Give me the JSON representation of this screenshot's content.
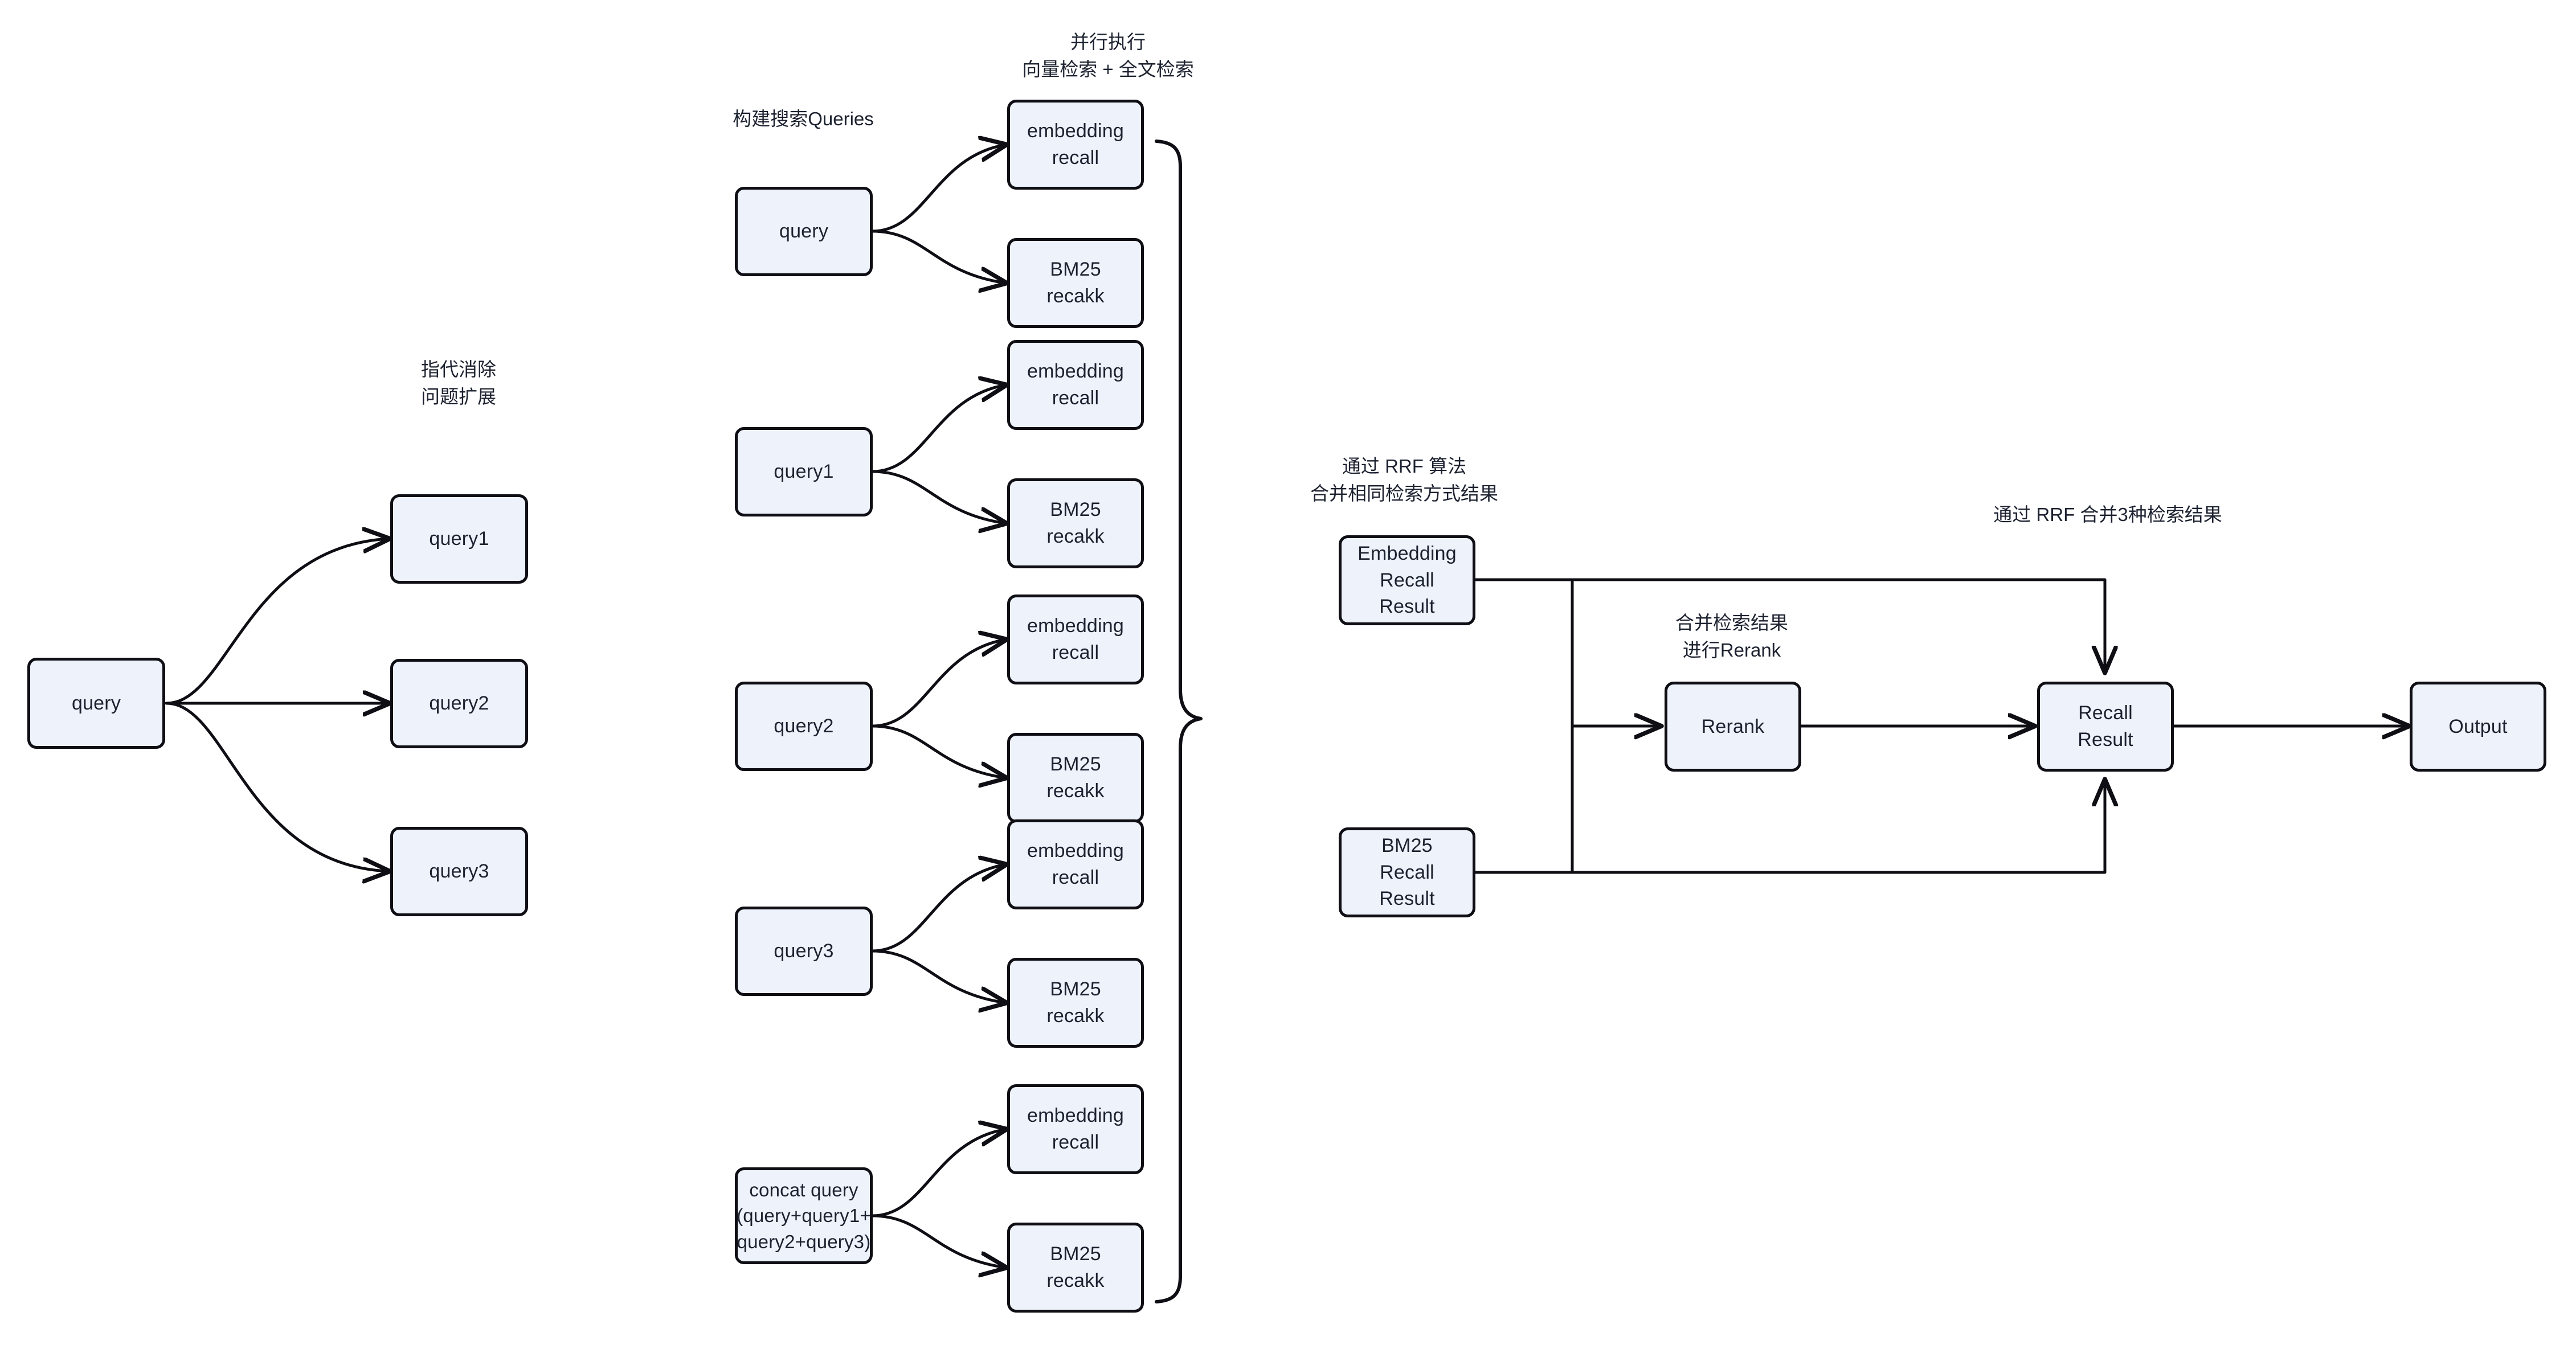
{
  "diagram": {
    "title": "RAG hybrid retrieval pipeline",
    "background_color": "#ffffff",
    "node_fill": "#eef2fb",
    "node_stroke": "#0e0e14",
    "text_color": "#1d2230"
  },
  "captions": {
    "query_rewrite": "指代消除\n问题扩展",
    "build_queries": "构建搜索Queries",
    "parallel_exec": "并行执行\n向量检索 + 全文检索",
    "rrf_same_mode": "通过 RRF 算法\n合并相同检索方式结果",
    "merge_rerank": "合并检索结果\n进行Rerank",
    "rrf_three": "通过 RRF 合并3种检索结果"
  },
  "nodes": {
    "src_query": "query",
    "expanded": [
      "query1",
      "query2",
      "query3"
    ],
    "search_queries": [
      "query",
      "query1",
      "query2",
      "query3",
      "concat query\n(query+query1+\nquery2+query3)"
    ],
    "recall_pairs": [
      {
        "embedding": "embedding\nrecall",
        "bm25": "BM25\nrecakk"
      },
      {
        "embedding": "embedding\nrecall",
        "bm25": "BM25\nrecakk"
      },
      {
        "embedding": "embedding\nrecall",
        "bm25": "BM25\nrecakk"
      },
      {
        "embedding": "embedding\nrecall",
        "bm25": "BM25\nrecakk"
      },
      {
        "embedding": "embedding\nrecall",
        "bm25": "BM25\nrecakk"
      }
    ],
    "embedding_recall_result": "Embedding\nRecall\nResult",
    "bm25_recall_result": "BM25\nRecall\nResult",
    "rerank": "Rerank",
    "recall_result": "Recall\nResult",
    "output": "Output"
  }
}
